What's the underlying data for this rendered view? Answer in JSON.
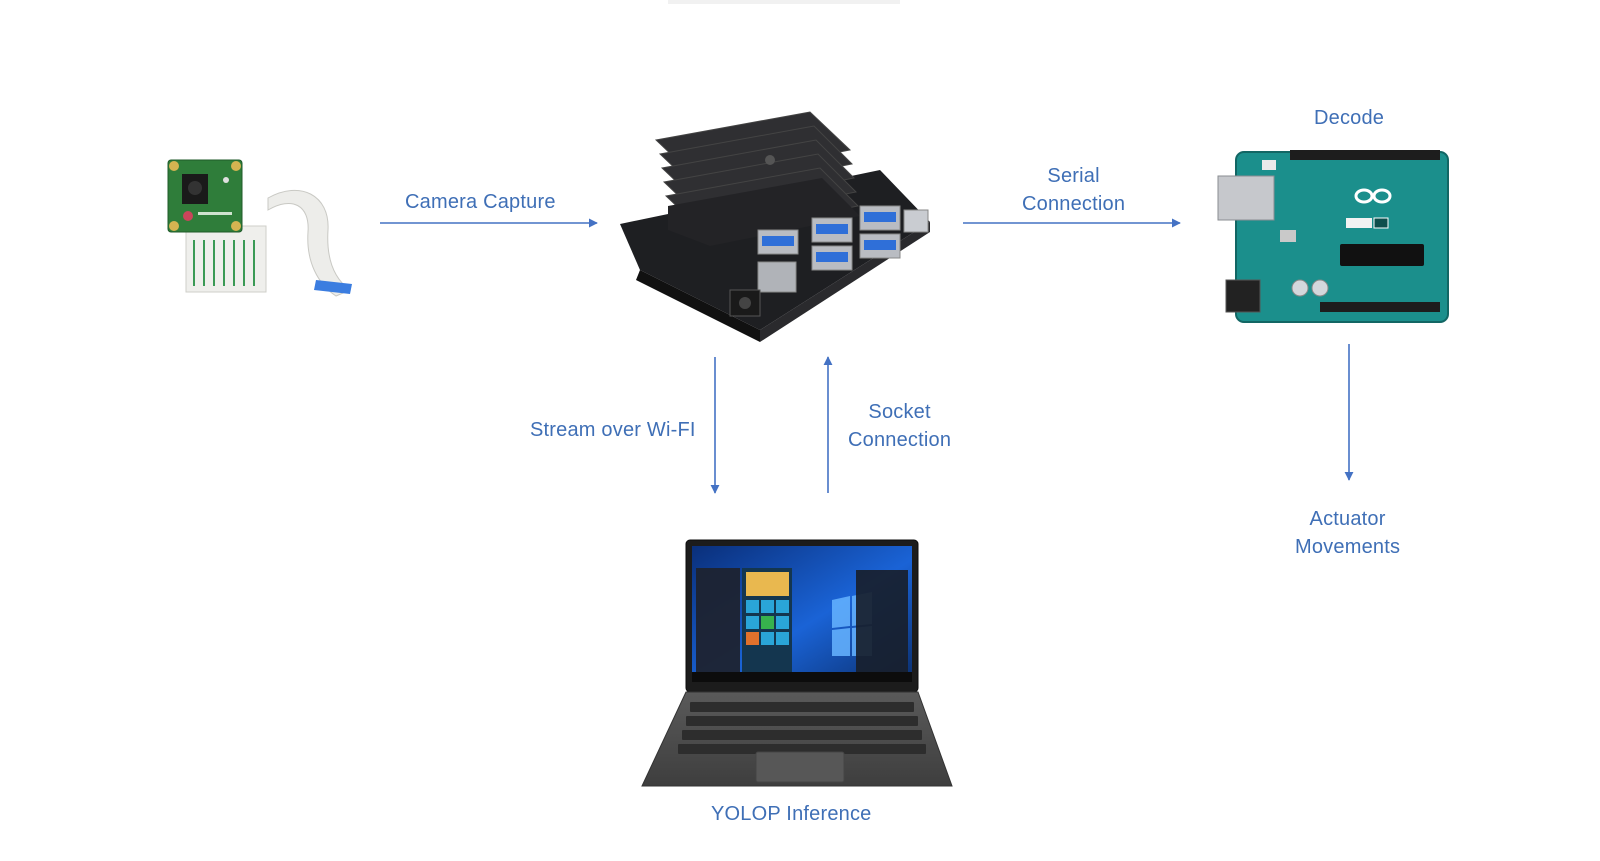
{
  "diagram": {
    "labels": {
      "camera_capture": "Camera Capture",
      "serial_connection": [
        "Serial",
        "Connection"
      ],
      "decode": "Decode",
      "stream_over_wifi": "Stream over Wi-FI",
      "socket_connection": [
        "Socket",
        "Connection"
      ],
      "actuator_movements": [
        "Actuator",
        "Movements"
      ],
      "yolop_inference": "YOLOP Inference"
    },
    "nodes": [
      {
        "id": "camera",
        "icon": "camera-module-icon"
      },
      {
        "id": "jetson",
        "icon": "jetson-nano-board-icon"
      },
      {
        "id": "arduino",
        "icon": "arduino-uno-board-icon"
      },
      {
        "id": "laptop",
        "icon": "laptop-icon"
      }
    ],
    "edges": [
      {
        "from": "camera",
        "to": "jetson",
        "label_key": "camera_capture"
      },
      {
        "from": "jetson",
        "to": "arduino",
        "label_key": "serial_connection"
      },
      {
        "from": "jetson",
        "to": "laptop",
        "label_key": "stream_over_wifi"
      },
      {
        "from": "laptop",
        "to": "jetson",
        "label_key": "socket_connection"
      },
      {
        "from": "arduino",
        "to": "actuators",
        "label_key": "actuator_movements"
      }
    ],
    "colors": {
      "text": "#3f6fb6",
      "arrow": "#4472c4",
      "arduino_board": "#1b8f8c",
      "camera_board": "#2f7d3a",
      "jetson_heatsink": "#2a2a2a",
      "usb_blue": "#2f6fd8",
      "laptop_body": "#4a4a4a",
      "windows_blue": "#0b5fc0"
    }
  }
}
